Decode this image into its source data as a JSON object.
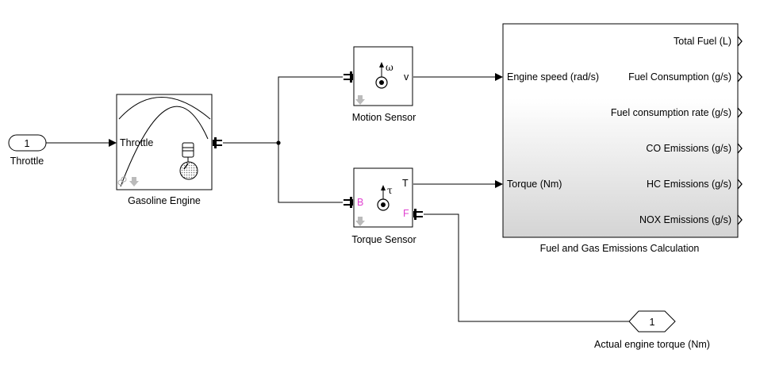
{
  "inport": {
    "number": "1",
    "label": "Throttle"
  },
  "engine": {
    "name": "Gasoline Engine",
    "port_throttle": "Throttle"
  },
  "motion_sensor": {
    "name": "Motion Sensor",
    "symbol": "ω",
    "port_v": "v"
  },
  "torque_sensor": {
    "name": "Torque Sensor",
    "symbol": "τ",
    "port_t": "T",
    "port_b": "B",
    "port_f": "F"
  },
  "emissions": {
    "name": "Fuel and Gas Emissions Calculation",
    "inputs": [
      "Engine speed (rad/s)",
      "Torque (Nm)"
    ],
    "outputs": [
      "Total Fuel (L)",
      "Fuel Consumption (g/s)",
      "Fuel consumption rate (g/s)",
      "CO Emissions (g/s)",
      "HC Emissions (g/s)",
      "NOX Emissions (g/s)"
    ]
  },
  "outport": {
    "number": "1",
    "label": "Actual engine torque (Nm)"
  },
  "colors": {
    "pink_port": "#e040d0",
    "line": "#000000",
    "block_border": "#000000"
  }
}
